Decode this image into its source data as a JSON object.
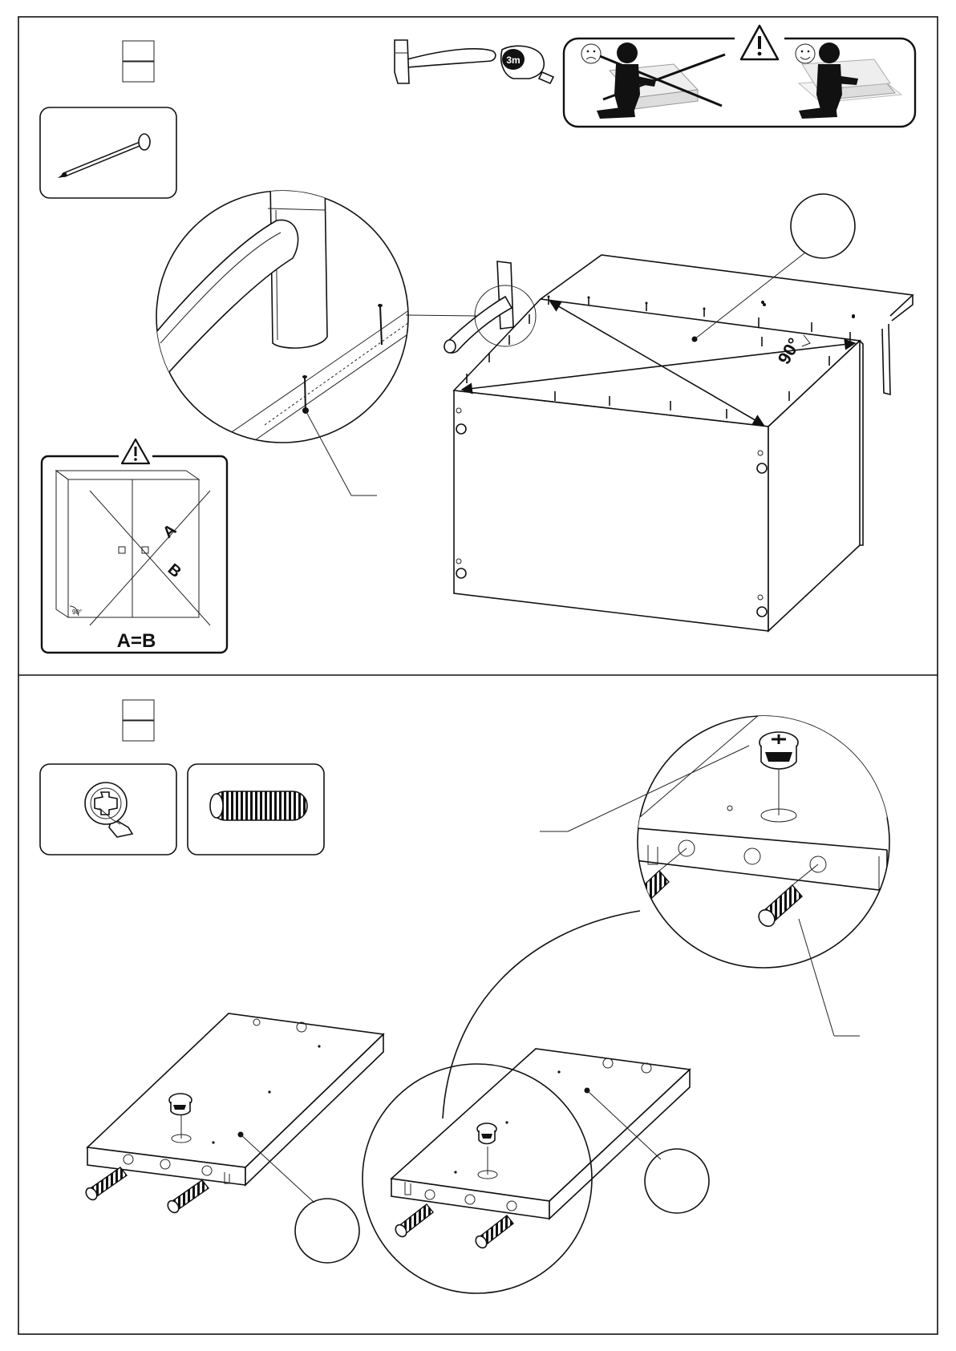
{
  "page": {
    "step1": {
      "square_check": {
        "label_a": "A",
        "label_b": "B",
        "angle_label": "90°",
        "equation": "A=B"
      },
      "tape_measure_label": "3m",
      "warning_icon": "warning-triangle-icon",
      "tools": [
        "hammer-icon",
        "tape-measure-icon"
      ],
      "parts": [
        "nail-icon"
      ]
    },
    "step2": {
      "parts": [
        "cam-lock-fitting-icon",
        "wooden-dowel-icon"
      ]
    },
    "colors": {
      "ink": "#111111",
      "paper": "#ffffff"
    }
  }
}
